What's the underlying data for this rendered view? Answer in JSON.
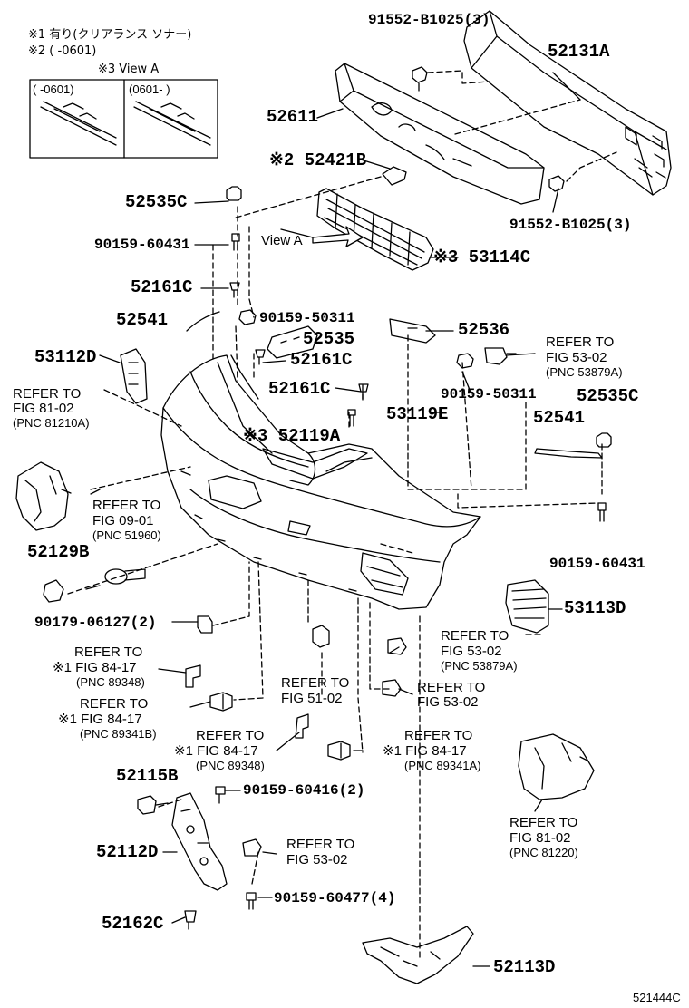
{
  "notes": {
    "n1": "※1  有り(クリアランス ソナー)",
    "n2": "※2  (      -0601)",
    "n3": "※3 View A",
    "box_left": "(      -0601)",
    "box_right": "(0601-      )"
  },
  "labels": {
    "p91552_top": "91552-B1025(3)",
    "p52131A": "52131A",
    "p52611": "52611",
    "p52421B": "※2 52421B",
    "p52535C_a": "52535C",
    "p90159_60431_a": "90159-60431",
    "view_a": "View A",
    "p53114C": "※3 53114C",
    "p91552_bottom": "91552-B1025(3)",
    "p52161C_a": "52161C",
    "p52541_a": "52541",
    "p90159_50311_a": "90159-50311",
    "p52535": "52535",
    "p52536": "52536",
    "p53112D": "53112D",
    "p52161C_b": "52161C",
    "ref_53_02_a_1": "REFER TO",
    "ref_53_02_a_2": "FIG 53-02",
    "ref_53_02_a_3": "(PNC 53879A)",
    "ref_81_02_a_1": "REFER TO",
    "ref_81_02_a_2": "FIG 81-02",
    "ref_81_02_a_3": "(PNC 81210A)",
    "p52161C_c": "52161C",
    "p90159_50311_b": "90159-50311",
    "p52535C_b": "52535C",
    "p53119E": "53119E",
    "p52119A": "※3 52119A",
    "p52541_b": "52541",
    "ref_09_01_1": "REFER TO",
    "ref_09_01_2": "FIG 09-01",
    "ref_09_01_3": "(PNC 51960)",
    "p52129B": "52129B",
    "p90159_60431_b": "90159-60431",
    "p53113D": "53113D",
    "p90179": "90179-06127(2)",
    "ref_84_17_a_1": "REFER TO",
    "ref_84_17_a_2": "※1 FIG 84-17",
    "ref_84_17_a_3": "(PNC 89348)",
    "ref_53_02_b_1": "REFER TO",
    "ref_53_02_b_2": "FIG 53-02",
    "ref_53_02_b_3": "(PNC 53879A)",
    "ref_84_17_b_1": "REFER TO",
    "ref_84_17_b_2": "※1 FIG 84-17",
    "ref_84_17_b_3": "(PNC 89341B)",
    "ref_51_02_1": "REFER TO",
    "ref_51_02_2": "FIG 51-02",
    "ref_53_02_c_1": "REFER TO",
    "ref_53_02_c_2": "FIG 53-02",
    "ref_84_17_c_1": "REFER TO",
    "ref_84_17_c_2": "※1 FIG 84-17",
    "ref_84_17_c_3": "(PNC 89348)",
    "ref_84_17_d_1": "REFER TO",
    "ref_84_17_d_2": "※1 FIG 84-17",
    "ref_84_17_d_3": "(PNC 89341A)",
    "p52115B": "52115B",
    "p90159_60416": "90159-60416(2)",
    "p52112D": "52112D",
    "ref_53_02_d_1": "REFER TO",
    "ref_53_02_d_2": "FIG 53-02",
    "ref_81_02_b_1": "REFER TO",
    "ref_81_02_b_2": "FIG 81-02",
    "ref_81_02_b_3": "(PNC 81220)",
    "p90159_60477": "90159-60477(4)",
    "p52162C": "52162C",
    "p52113D": "52113D",
    "diagram_id": "521444C"
  }
}
